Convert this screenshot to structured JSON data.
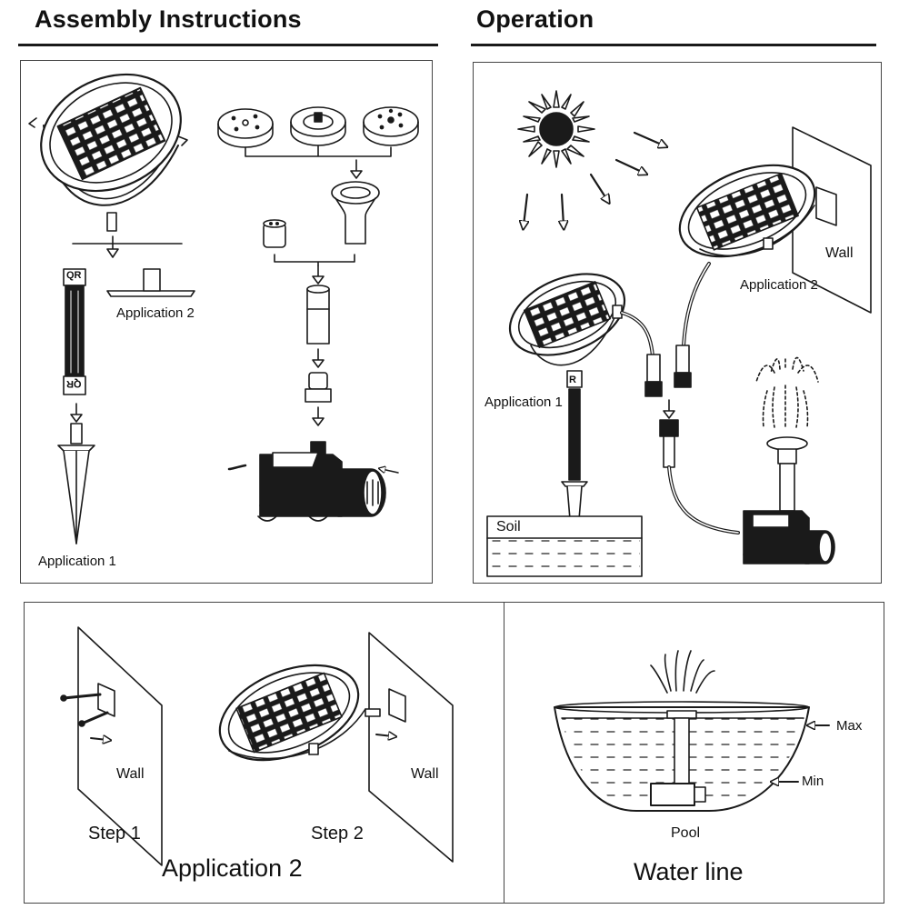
{
  "assembly": {
    "title": "Assembly Instructions",
    "application_2_label": "Application 2",
    "application_1_label": "Application 1",
    "connector_top_mark": "QR",
    "connector_bottom_mark": "QR"
  },
  "operation": {
    "title": "Operation",
    "wall_label": "Wall",
    "application_2_label": "Application 2",
    "application_1_label": "Application 1",
    "soil_label": "Soil",
    "stake_mark": "R"
  },
  "application_2_panel": {
    "step_1_label": "Step 1",
    "step_2_label": "Step 2",
    "wall_label_1": "Wall",
    "wall_label_2": "Wall",
    "caption": "Application 2"
  },
  "water_line_panel": {
    "max_label": "Max",
    "min_label": "Min",
    "pool_label": "Pool",
    "caption": "Water line"
  },
  "colors": {
    "line": "#1a1a1a",
    "panel_border": "#444444",
    "cell": "#ffffff",
    "panel_bg": "#ffffff"
  }
}
